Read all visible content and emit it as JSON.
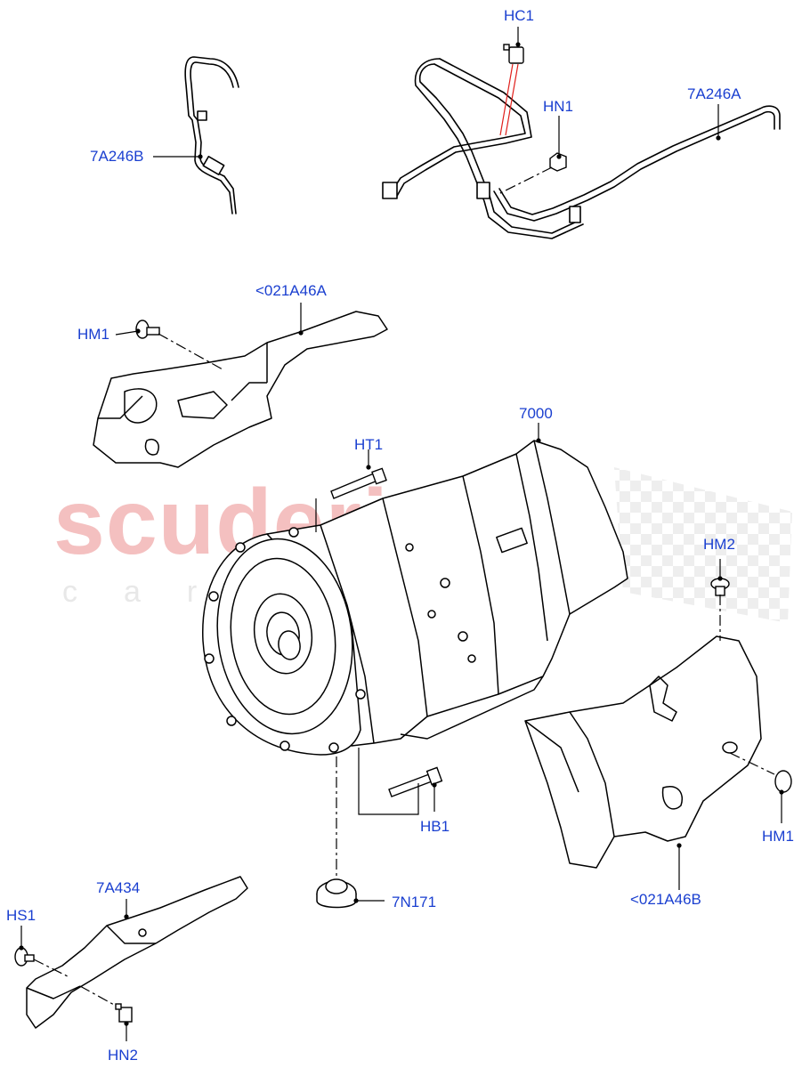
{
  "watermark": {
    "brand": "scuderia",
    "sub": "car parts"
  },
  "callouts": [
    {
      "id": "HC1",
      "label": "HC1"
    },
    {
      "id": "7A246A",
      "label": "7A246A"
    },
    {
      "id": "HN1",
      "label": "HN1"
    },
    {
      "id": "7A246B",
      "label": "7A246B"
    },
    {
      "id": "021A46A",
      "label": "<021A46A"
    },
    {
      "id": "HM1_top",
      "label": "HM1"
    },
    {
      "id": "7000",
      "label": "7000"
    },
    {
      "id": "HT1",
      "label": "HT1"
    },
    {
      "id": "HM2",
      "label": "HM2"
    },
    {
      "id": "HB1",
      "label": "HB1"
    },
    {
      "id": "HM1_bottom",
      "label": "HM1"
    },
    {
      "id": "021A46B",
      "label": "<021A46B"
    },
    {
      "id": "7A434",
      "label": "7A434"
    },
    {
      "id": "HS1",
      "label": "HS1"
    },
    {
      "id": "7N171",
      "label": "7N171"
    },
    {
      "id": "HN2",
      "label": "HN2"
    }
  ],
  "colors": {
    "label": "#1a3fd0",
    "line": "#000000",
    "watermark_red": "#f4c0c0",
    "watermark_grey": "#e8e8e8",
    "highlight": "#e0201c"
  }
}
